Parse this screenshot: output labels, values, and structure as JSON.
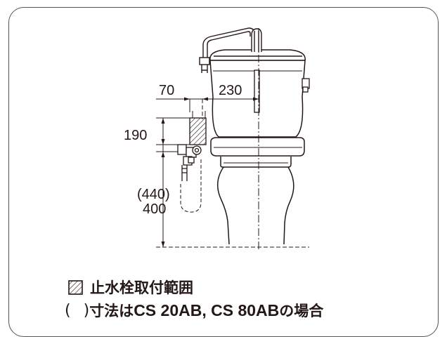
{
  "dimensions": {
    "d70": "70",
    "d230": "230",
    "d190": "190",
    "d440": "(440)",
    "d400": "400"
  },
  "legend": {
    "label": "止水栓取付範囲",
    "swatch_icon": "hatched-square-icon"
  },
  "note": {
    "paren_open": "(",
    "paren_close": ")",
    "prefix": "寸法は",
    "models": "CS 20AB, CS 80AB",
    "suffix": "の場合"
  },
  "colors": {
    "line": "#231815",
    "frame": "#555555"
  }
}
